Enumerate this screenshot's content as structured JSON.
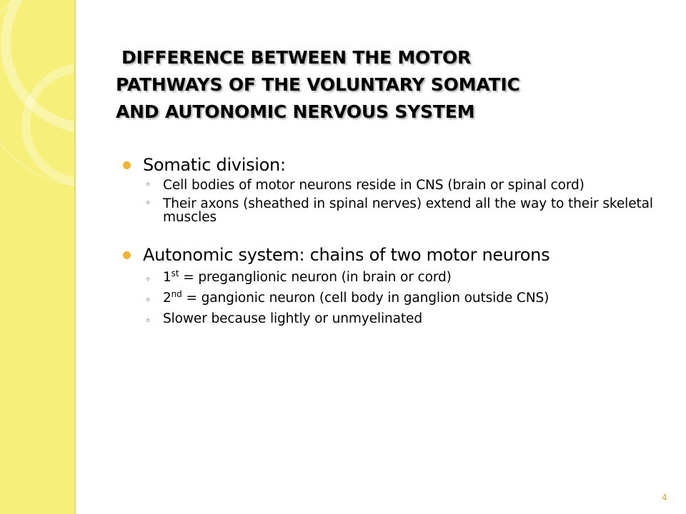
{
  "slide": {
    "title_lines": [
      "Difference between the motor",
      "pathways of the voluntary somatic",
      "and  autonomic nervous system"
    ],
    "sections": [
      {
        "heading": "Somatic division:",
        "items": [
          "Cell bodies of motor neurons reside in CNS (brain or spinal cord)",
          "Their axons (sheathed in spinal nerves) extend all the way to their skeletal muscles"
        ]
      },
      {
        "heading": "Autonomic system: chains of two motor neurons",
        "items": [
          {
            "pre": "1",
            "sup": "st",
            "post": " = preganglionic neuron (in brain or cord)"
          },
          {
            "pre": "2",
            "sup": "nd",
            "post": " = gangionic neuron (cell body in ganglion outside CNS)"
          },
          {
            "text": "Slower because lightly or unmyelinated"
          }
        ]
      }
    ],
    "page_number": "4",
    "colors": {
      "side_panel": "#f6f07a",
      "bullet": "#f2b233",
      "page_number": "#e0a533"
    }
  }
}
